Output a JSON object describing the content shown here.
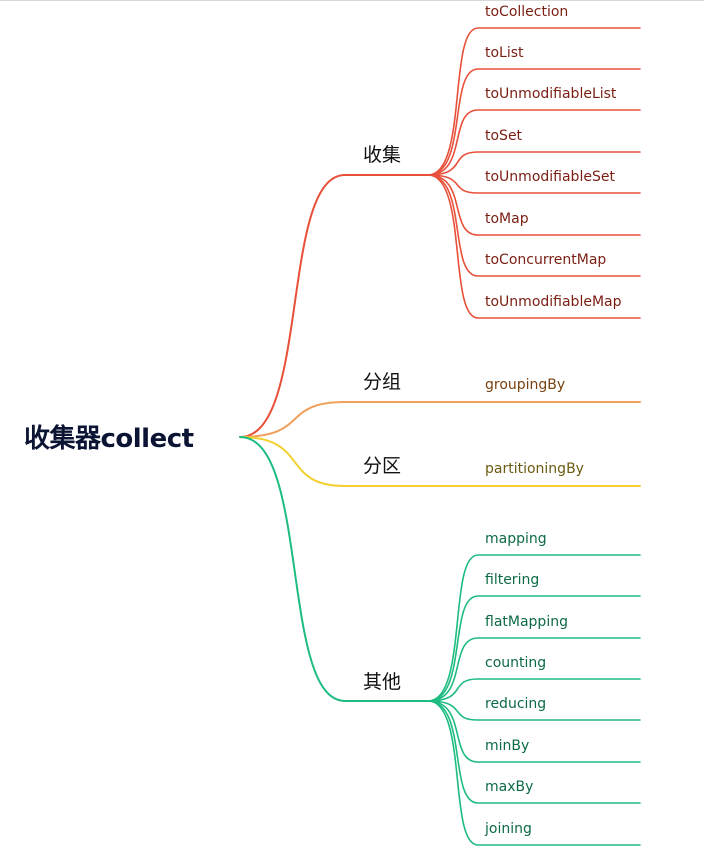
{
  "root": {
    "label": "收集器collect"
  },
  "branches": [
    {
      "label": "收集",
      "color": "#e8503a",
      "text_color": "#7a1e12",
      "children": [
        "toCollection",
        "toList",
        "toUnmodifiableList",
        "toSet",
        "toUnmodifiableSet",
        "toMap",
        "toConcurrentMap",
        "toUnmodifiableMap"
      ]
    },
    {
      "label": "分组",
      "color": "#f0a05a",
      "text_color": "#7a4212",
      "children": [
        "groupingBy"
      ]
    },
    {
      "label": "分区",
      "color": "#f3d02f",
      "text_color": "#6b5a10",
      "children": [
        "partitioningBy"
      ]
    },
    {
      "label": "其他",
      "color": "#1ebc80",
      "text_color": "#0e6a45",
      "children": [
        "mapping",
        "filtering",
        "flatMapping",
        "counting",
        "reducing",
        "minBy",
        "maxBy",
        "joining"
      ]
    }
  ]
}
